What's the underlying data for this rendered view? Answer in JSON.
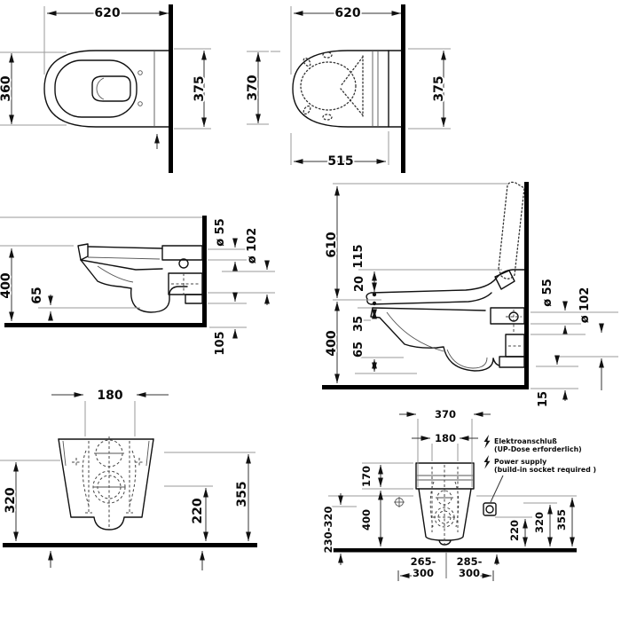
{
  "drawing": {
    "plan": {
      "width": "620",
      "depth_left": "360",
      "depth_right": "375"
    },
    "plan_seat": {
      "width": "620",
      "depth_left": "370",
      "depth_right": "375",
      "seat_length": "515"
    },
    "side": {
      "height": "400",
      "front_bottom": "65",
      "supply_dia": "ø 55",
      "outlet_dia": "ø 102",
      "rear_bottom": "105"
    },
    "side_seat": {
      "open_lid_height": "610",
      "lid": "115",
      "seat_gap": "20",
      "seat_block": "35",
      "height": "400",
      "front_bottom": "65",
      "supply_dia": "ø 55",
      "outlet_dia": "ø 102",
      "rear_gap": "15"
    },
    "front": {
      "bolt_spacing": "180",
      "supply_height": "320",
      "outlet_height": "220",
      "rim_height": "355"
    },
    "front_seat": {
      "width": "370",
      "bolt_spacing": "180",
      "seat_height": "170",
      "height": "400",
      "range": "230-320",
      "outlet_height": "220",
      "supply_height": "320",
      "rim_height": "355",
      "clear_left_1": "265-",
      "clear_left_2": "300",
      "clear_right_1": "285-",
      "clear_right_2": "300",
      "note_de_line1": "Elektroanschluß",
      "note_de_line2": "(UP-Dose erforderlich)",
      "note_en_line1": "Power supply",
      "note_en_line2": "(build-in socket required )"
    }
  }
}
